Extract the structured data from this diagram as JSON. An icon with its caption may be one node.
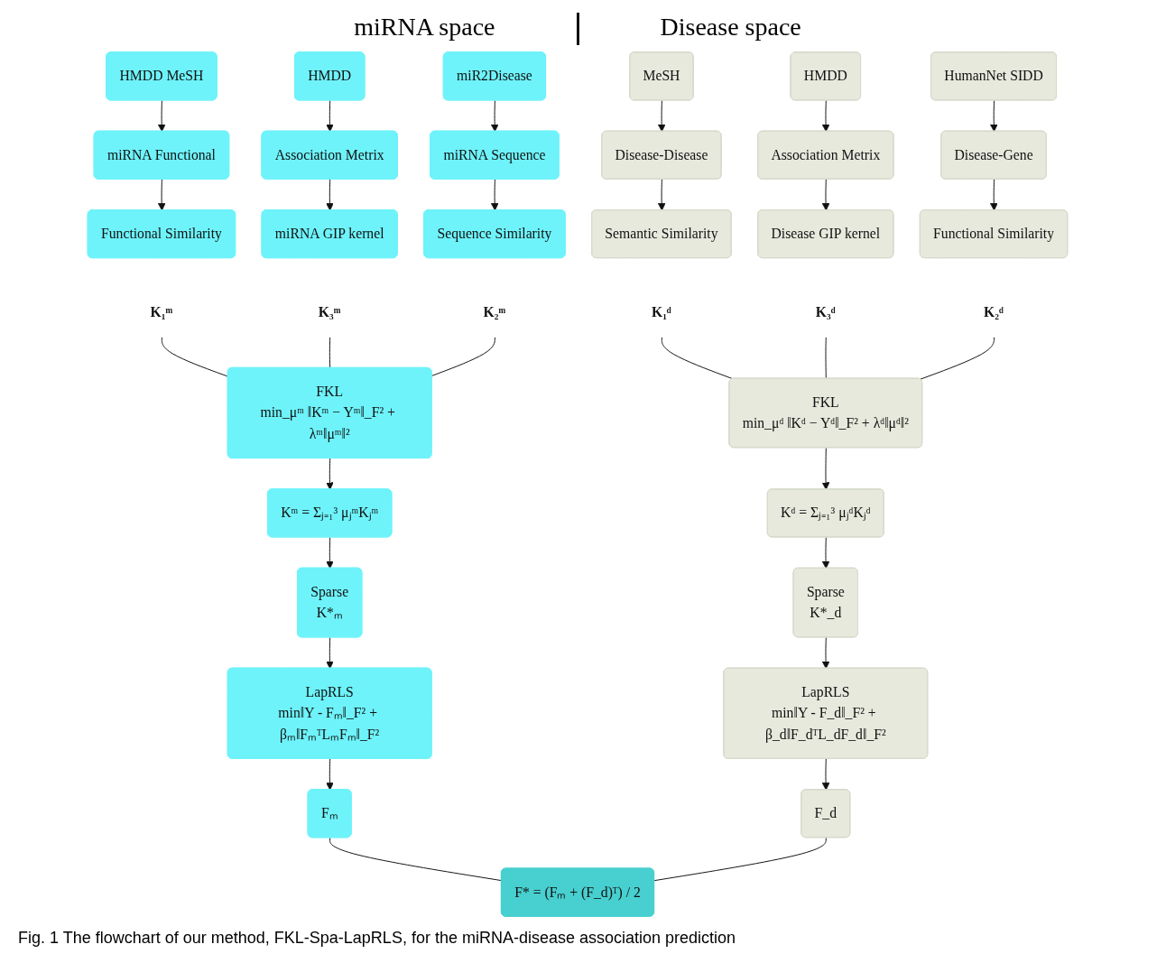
{
  "diagram": {
    "caption": "Fig. 1 The flowchart of our method, FKL-Spa-LapRLS, for the miRNA-disease association prediction",
    "nodes": [
      {
        "text": [
          "HMDD MeSH"
        ]
      },
      {
        "text": [
          "HMDD"
        ]
      },
      {
        "text": [
          "miR2Disease"
        ]
      },
      {
        "text": [
          "MeSH"
        ]
      },
      {
        "text": [
          "HMDD"
        ]
      },
      {
        "text": [
          "HumanNet SIDD"
        ]
      },
      {
        "text": [
          "miRNA Functional"
        ]
      },
      {
        "text": [
          "Association Metrix"
        ]
      },
      {
        "text": [
          "miRNA Sequence"
        ]
      },
      {
        "text": [
          "Disease-Disease"
        ]
      },
      {
        "text": [
          "Association Metrix"
        ]
      },
      {
        "text": [
          "Disease-Gene"
        ]
      },
      {
        "text": [
          "Functional Similarity"
        ]
      },
      {
        "text": [
          "miRNA GIP kernel"
        ]
      },
      {
        "text": [
          "Sequence Similarity"
        ]
      },
      {
        "text": [
          "Semantic Similarity"
        ]
      },
      {
        "text": [
          "Disease GIP kernel"
        ]
      },
      {
        "text": [
          "Functional Similarity"
        ]
      },
      {
        "text": [
          "K₁ᵐ"
        ]
      },
      {
        "text": [
          "K₃ᵐ"
        ]
      },
      {
        "text": [
          "K₂ᵐ"
        ]
      },
      {
        "text": [
          "K₁ᵈ"
        ]
      },
      {
        "text": [
          "K₃ᵈ"
        ]
      },
      {
        "text": [
          "K₂ᵈ"
        ]
      },
      {
        "text": [
          "FKL",
          "min_μᵐ ‖Kᵐ − Yᵐ‖_F² + λᵐ‖μᵐ‖²"
        ]
      },
      {
        "text": [
          "FKL",
          "min_μᵈ ‖Kᵈ − Yᵈ‖_F² + λᵈ‖μᵈ‖²"
        ]
      },
      {
        "text": [
          "Kᵐ = Σⱼ₌₁³ μⱼᵐKⱼᵐ"
        ]
      },
      {
        "text": [
          "Kᵈ = Σⱼ₌₁³ μⱼᵈKⱼᵈ"
        ]
      },
      {
        "text": [
          "Sparse",
          "K*ₘ"
        ]
      },
      {
        "text": [
          "Sparse",
          "K*_d"
        ]
      },
      {
        "text": [
          "LapRLS",
          "min‖Y - Fₘ‖_F² + βₘ‖FₘᵀLₘFₘ‖_F²"
        ]
      },
      {
        "text": [
          "LapRLS",
          "min‖Y - F_d‖_F² + β_d‖F_dᵀL_dF_d‖_F²"
        ]
      },
      {
        "text": [
          "Fₘ"
        ]
      },
      {
        "text": [
          "F_d"
        ]
      },
      {
        "text": [
          "F* = (Fₘ + (F_d)ᵀ) / 2"
        ]
      }
    ],
    "edges": [
      {
        "from": 0,
        "to": 6,
        "arrow": "to"
      },
      {
        "from": 1,
        "to": 7,
        "arrow": "to"
      },
      {
        "from": 2,
        "to": 8,
        "arrow": "to"
      },
      {
        "from": 3,
        "to": 9,
        "arrow": "to"
      },
      {
        "from": 4,
        "to": 10,
        "arrow": "to"
      },
      {
        "from": 5,
        "to": 11,
        "arrow": "to"
      },
      {
        "from": 6,
        "to": 12,
        "arrow": "to"
      },
      {
        "from": 7,
        "to": 13,
        "arrow": "to"
      },
      {
        "from": 8,
        "to": 14,
        "arrow": "to"
      },
      {
        "from": 9,
        "to": 15,
        "arrow": "to"
      },
      {
        "from": 10,
        "to": 16,
        "arrow": "to"
      },
      {
        "from": 11,
        "to": 17,
        "arrow": "to"
      },
      {
        "from": 18,
        "to": 24,
        "arrow": "none"
      },
      {
        "from": 19,
        "to": 24,
        "arrow": "none"
      },
      {
        "from": 20,
        "to": 24,
        "arrow": "none"
      },
      {
        "from": 21,
        "to": 25,
        "arrow": "none"
      },
      {
        "from": 22,
        "to": 25,
        "arrow": "none"
      },
      {
        "from": 23,
        "to": 25,
        "arrow": "none"
      },
      {
        "from": 24,
        "to": 26,
        "arrow": "to"
      },
      {
        "from": 25,
        "to": 27,
        "arrow": "to"
      },
      {
        "from": 26,
        "to": 28,
        "arrow": "to"
      },
      {
        "from": 27,
        "to": 29,
        "arrow": "to"
      },
      {
        "from": 28,
        "to": 30,
        "arrow": "to"
      },
      {
        "from": 29,
        "to": 31,
        "arrow": "to"
      },
      {
        "from": 30,
        "to": 32,
        "arrow": "to"
      },
      {
        "from": 31,
        "to": 33,
        "arrow": "to"
      },
      {
        "from": 32,
        "to": 34,
        "arrow": "none"
      },
      {
        "from": 33,
        "to": 34,
        "arrow": "none"
      }
    ],
    "labels": [
      "miRNA space",
      "Disease space"
    ]
  }
}
